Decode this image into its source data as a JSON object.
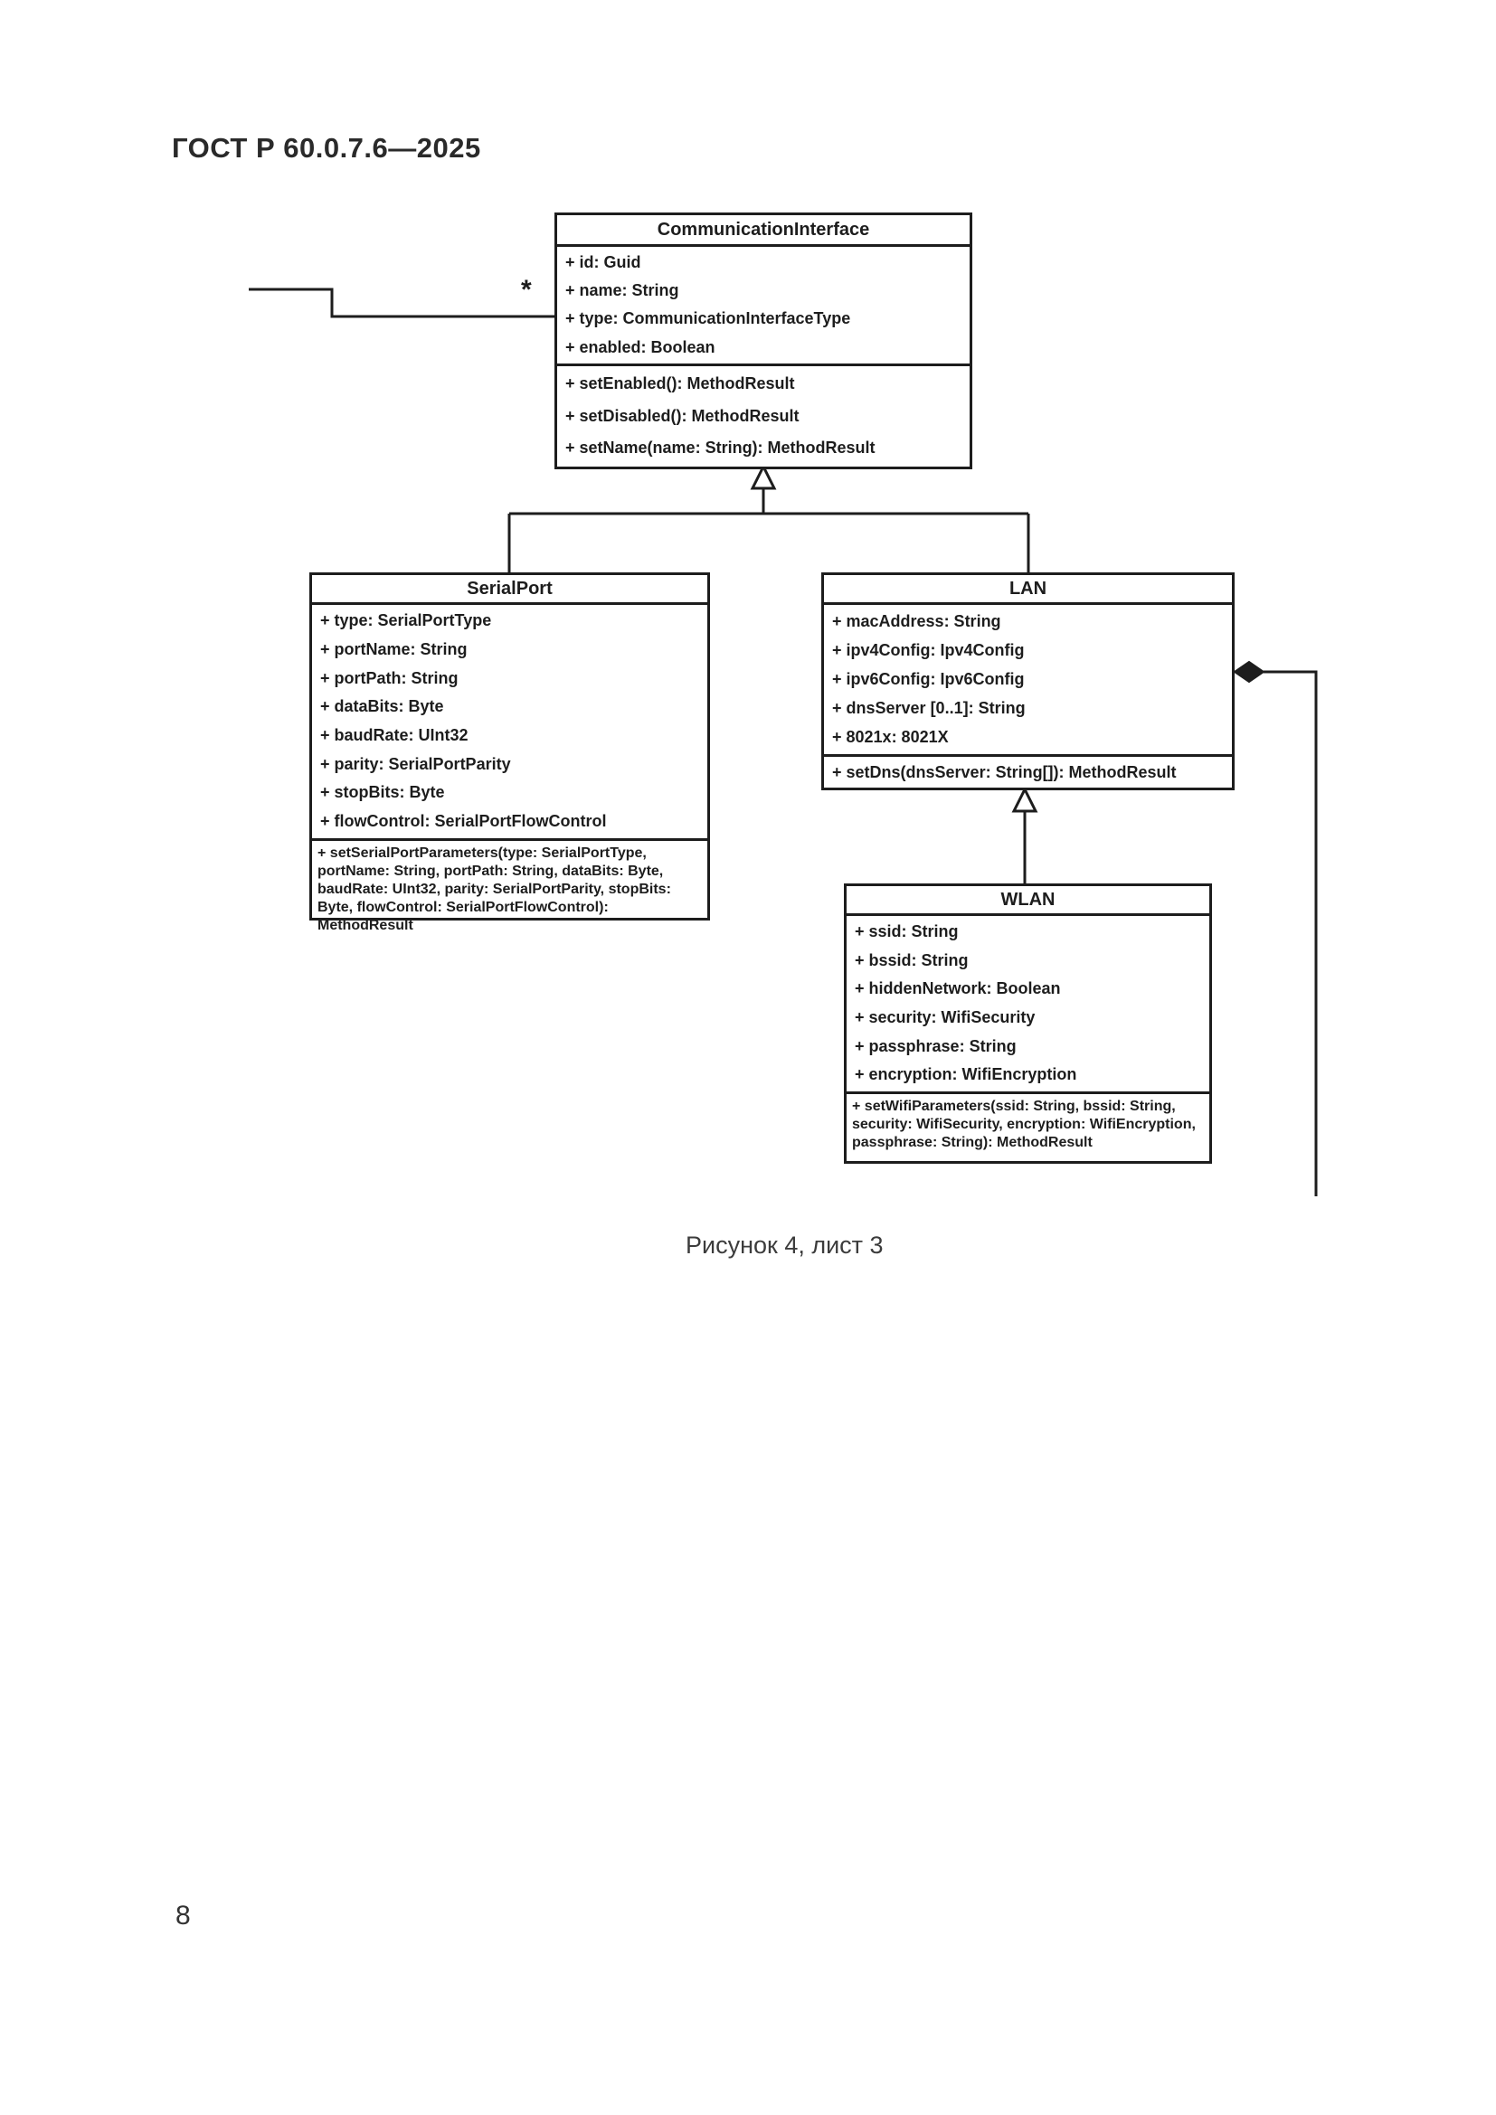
{
  "page": {
    "header_title": "ГОСТ Р 60.0.7.6—2025",
    "figure_caption": "Рисунок 4, лист 3",
    "page_number": "8"
  },
  "diagram": {
    "association_multiplicity": "*",
    "classes": {
      "communication_interface": {
        "title": "CommunicationInterface",
        "attributes": [
          "+ id: Guid",
          "+ name: String",
          "+ type: CommunicationInterfaceType",
          "+ enabled: Boolean"
        ],
        "methods": [
          "+ setEnabled(): MethodResult",
          "+ setDisabled(): MethodResult",
          "+ setName(name: String): MethodResult"
        ]
      },
      "serial_port": {
        "title": "SerialPort",
        "attributes": [
          "+ type: SerialPortType",
          "+ portName: String",
          "+ portPath: String",
          "+ dataBits: Byte",
          "+ baudRate: UInt32",
          "+ parity: SerialPortParity",
          "+ stopBits: Byte",
          "+ flowControl: SerialPortFlowControl"
        ],
        "methods": [
          "+ setSerialPortParameters(type: SerialPortType, portName: String, portPath: String, dataBits: Byte, baudRate: UInt32, parity: SerialPortParity, stopBits: Byte, flowControl: SerialPortFlowControl): MethodResult"
        ]
      },
      "lan": {
        "title": "LAN",
        "attributes": [
          "+ macAddress: String",
          "+ ipv4Config: Ipv4Config",
          "+ ipv6Config: Ipv6Config",
          "+ dnsServer [0..1]: String",
          "+ 8021x: 8021X"
        ],
        "methods": [
          "+ setDns(dnsServer: String[]): MethodResult"
        ]
      },
      "wlan": {
        "title": "WLAN",
        "attributes": [
          "+ ssid: String",
          "+ bssid: String",
          "+ hiddenNetwork: Boolean",
          "+ security: WifiSecurity",
          "+ passphrase: String",
          "+ encryption: WifiEncryption"
        ],
        "methods": [
          "+ setWifiParameters(ssid: String, bssid: String, security: WifiSecurity, encryption: WifiEncryption, passphrase: String): MethodResult"
        ]
      }
    }
  }
}
